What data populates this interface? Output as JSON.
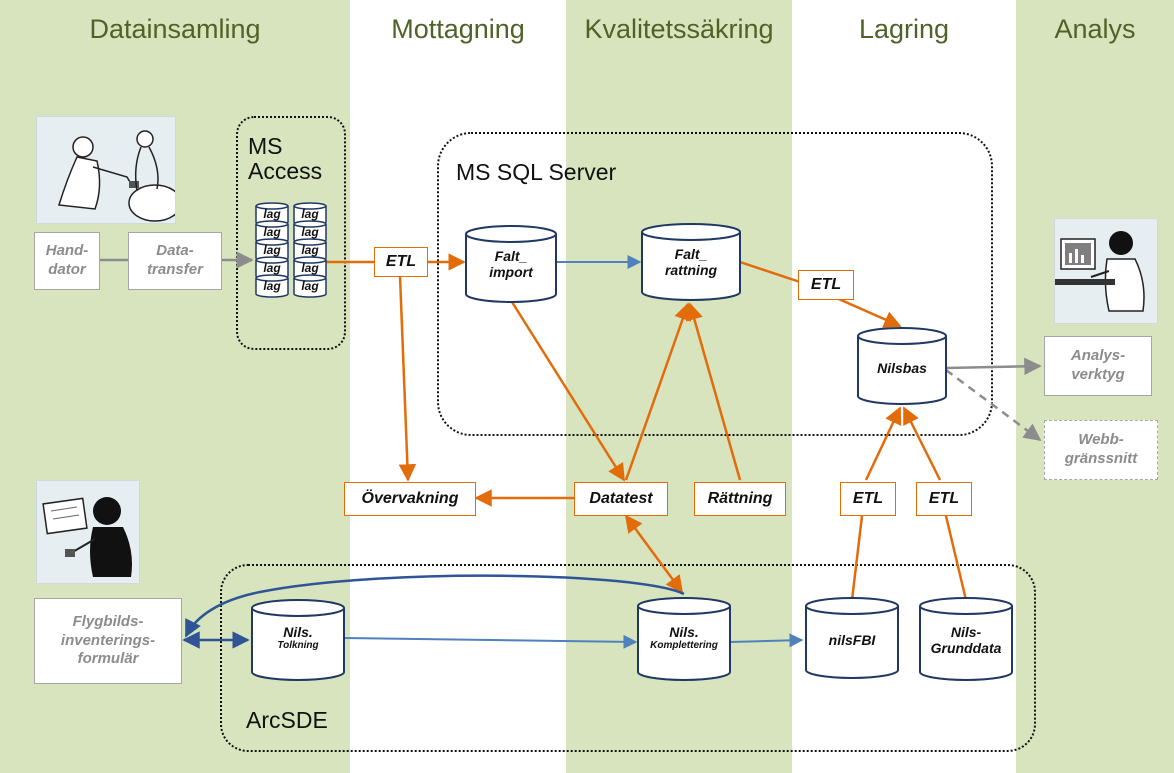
{
  "lanes": [
    {
      "title": "Datainsamling"
    },
    {
      "title": "Mottagning"
    },
    {
      "title": "Kvalitetssäkring"
    },
    {
      "title": "Lagring"
    },
    {
      "title": "Analys"
    }
  ],
  "groups": {
    "ms_access": {
      "line1": "MS",
      "line2": "Access"
    },
    "ms_sql": "MS SQL Server",
    "arcsde": "ArcSDE"
  },
  "access_tables": [
    "lag",
    "lag",
    "lag",
    "lag",
    "lag",
    "lag",
    "lag",
    "lag",
    "lag",
    "lag"
  ],
  "nodes": {
    "handdator": {
      "line1": "Hand-",
      "line2": "dator"
    },
    "datatransfer": {
      "line1": "Data-",
      "line2": "transfer"
    },
    "etl_main": "ETL",
    "falt_import": {
      "line1": "Falt_",
      "line2": "import"
    },
    "falt_rattning": {
      "line1": "Falt_",
      "line2": "rattning"
    },
    "etl_lagring": "ETL",
    "nilsbas": "Nilsbas",
    "analysverktyg": {
      "line1": "Analys-",
      "line2": "verktyg"
    },
    "webbgranssnitt": {
      "line1": "Webb-",
      "line2": "gränssnitt"
    },
    "overvakning": "Övervakning",
    "datatest": "Datatest",
    "rattning": "Rättning",
    "etl_fbi": "ETL",
    "etl_grunddata": "ETL",
    "flygbild": {
      "line1": "Flygbilds-",
      "line2": "inventerings-",
      "line3": "formulär"
    },
    "nils_tolkning": {
      "line1": "Nils.",
      "line2": "Tolkning"
    },
    "nils_komplettering": {
      "line1": "Nils.",
      "line2": "Komplettering"
    },
    "nilsfbi": "nilsFBI",
    "nils_grunddata": {
      "line1": "Nils-",
      "line2": "Grunddata"
    }
  },
  "colors": {
    "band_green": "#d7e4bd",
    "title_green": "#4f6228",
    "orange": "#e36c0a",
    "blue": "#4f81bd",
    "gray": "#8c8c8c",
    "dark_blue": "#1f3864"
  }
}
